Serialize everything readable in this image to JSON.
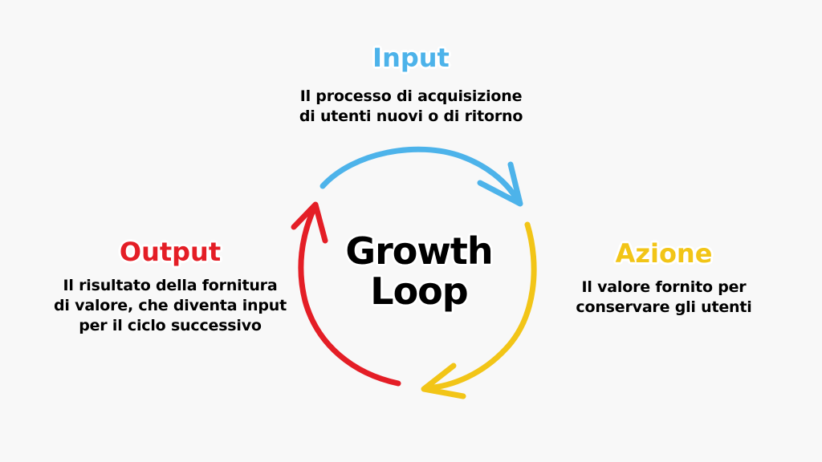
{
  "center": {
    "line1": "Growth",
    "line2": "Loop"
  },
  "stages": {
    "input": {
      "title": "Input",
      "line1": "Il processo di acquisizione",
      "line2": "di utenti nuovi o di ritorno",
      "color": "#4db3ea"
    },
    "action": {
      "title": "Azione",
      "line1": "Il valore fornito per",
      "line2": "conservare gli utenti",
      "color": "#f2c517"
    },
    "output": {
      "title": "Output",
      "line1": "Il risultato della fornitura",
      "line2": "di valore, che diventa input",
      "line3": "per il ciclo successivo",
      "color": "#e41e26"
    }
  }
}
